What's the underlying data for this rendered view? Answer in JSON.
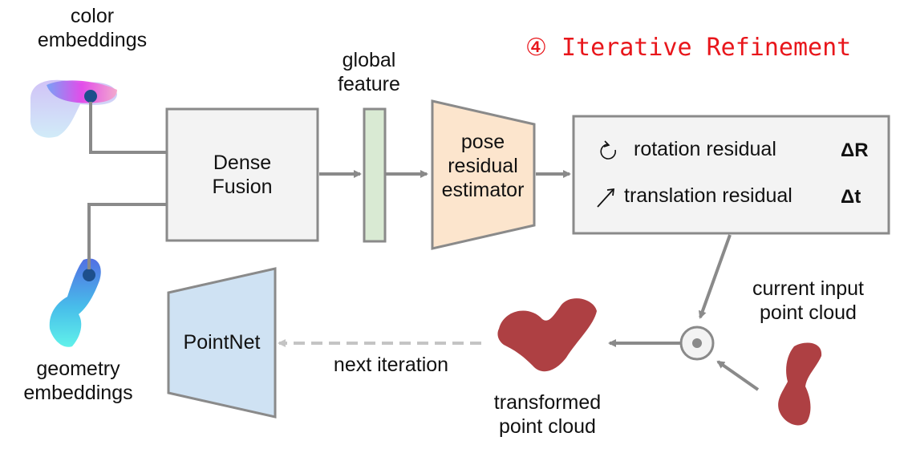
{
  "title": "④ Iterative Refinement",
  "labels": {
    "color_embeddings": [
      "color",
      "embeddings"
    ],
    "geometry_embeddings": [
      "geometry",
      "embeddings"
    ],
    "global_feature": [
      "global",
      "feature"
    ],
    "current_input": [
      "current input",
      "point cloud"
    ],
    "transformed": [
      "transformed",
      "point cloud"
    ],
    "next_iteration": "next iteration"
  },
  "blocks": {
    "dense_fusion": [
      "Dense",
      "Fusion"
    ],
    "pose_estimator": [
      "pose",
      "residual",
      "estimator"
    ],
    "pointnet": "PointNet"
  },
  "residuals": {
    "rotation": "rotation residual",
    "rotation_symbol": "ΔR",
    "translation": "translation residual",
    "translation_symbol": "Δt"
  },
  "colors": {
    "accent_red": "#e8161b",
    "fusion_fill": "#f3f3f3",
    "feature_fill": "#d9ead3",
    "estimator_fill": "#fce5cd",
    "pointnet_fill": "#cfe2f3",
    "arrow_gray": "#8a8a8a",
    "pointcloud_red": "#a01f22"
  }
}
